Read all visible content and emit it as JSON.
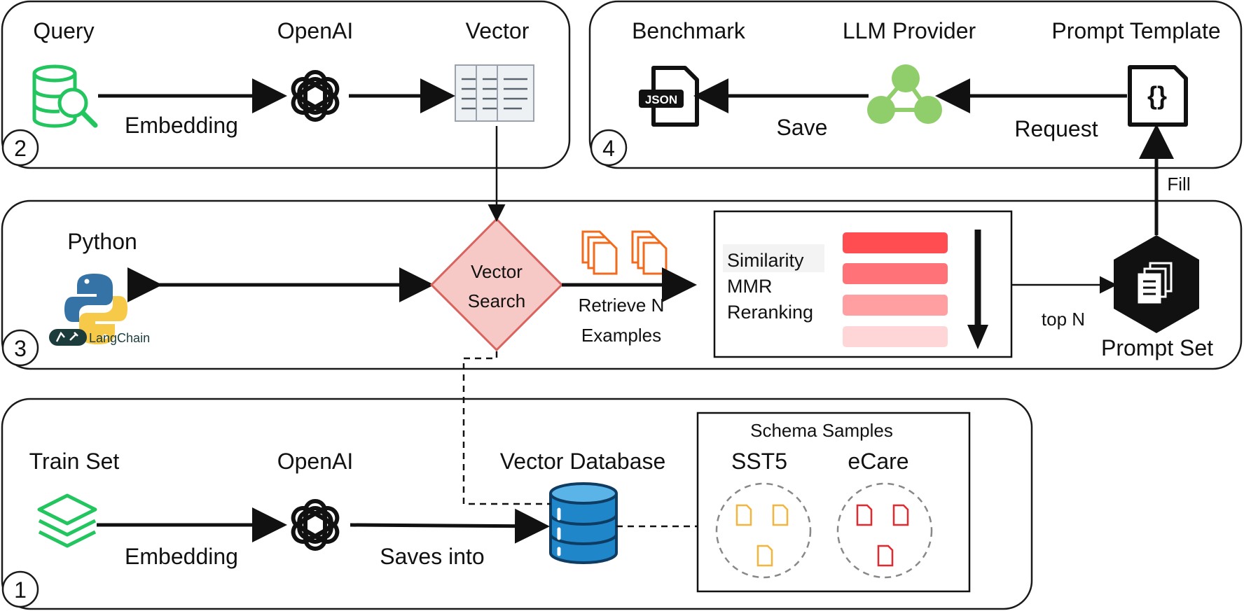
{
  "panels": {
    "p1": {
      "number": "1",
      "train_set": "Train Set",
      "openai": "OpenAI",
      "vector_db": "Vector Database",
      "embedding": "Embedding",
      "saves_into": "Saves into"
    },
    "p2": {
      "number": "2",
      "query": "Query",
      "openai": "OpenAI",
      "vector": "Vector",
      "embedding": "Embedding"
    },
    "p3": {
      "number": "3",
      "python": "Python",
      "langchain": "LangChain",
      "vector_search_line1": "Vector",
      "vector_search_line2": "Search",
      "retrieve_line1": "Retrieve N",
      "retrieve_line2": "Examples",
      "similarity": "Similarity",
      "mmr": "MMR",
      "reranking": "Reranking",
      "top_n": "top N",
      "prompt_set": "Prompt Set"
    },
    "p4": {
      "number": "4",
      "benchmark": "Benchmark",
      "llm_provider": "LLM Provider",
      "prompt_template": "Prompt Template",
      "save": "Save",
      "request": "Request",
      "json_icon_text": "JSON",
      "template_icon_text": "{}"
    }
  },
  "fill_label": "Fill",
  "schema": {
    "title": "Schema Samples",
    "sst5": "SST5",
    "ecare": "eCare"
  },
  "colors": {
    "query_icon": "#22c55e",
    "train_set_icon": "#22c55e",
    "llm_provider": "#8fce6a",
    "diamond_fill": "#f6c9c6",
    "diamond_stroke": "#d9645f",
    "doc_orange": "#f26a1b",
    "rank_bars": [
      "#ff4d52",
      "#ff7378",
      "#ff9fa2",
      "#ffd6d7"
    ],
    "sst5_docs": "#f5b53d",
    "ecare_docs": "#e5282d",
    "db_blue": "#1e86c9",
    "db_dark": "#0f3c63"
  }
}
